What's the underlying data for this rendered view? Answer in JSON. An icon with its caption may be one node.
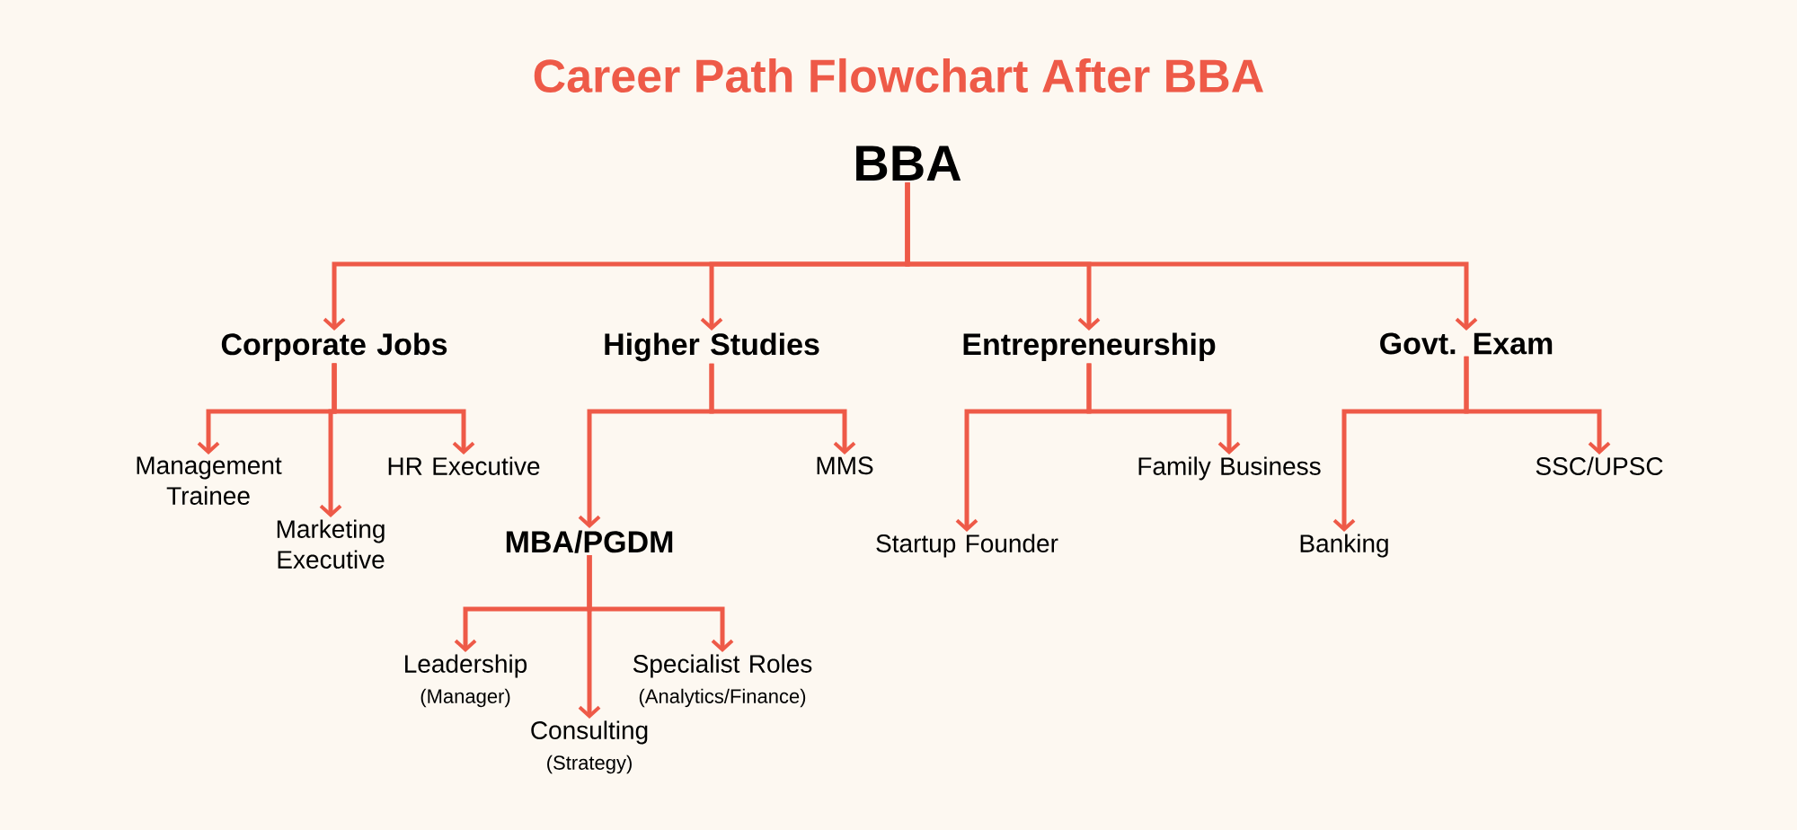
{
  "diagram": {
    "title": "Career Path Flowchart After BBA",
    "nodes": [
      {
        "text": [
          "BBA"
        ]
      },
      {
        "text": [
          "Corporate Jobs"
        ]
      },
      {
        "text": [
          "Higher Studies"
        ]
      },
      {
        "text": [
          "Entrepreneurship"
        ]
      },
      {
        "text": [
          "Govt. Exam"
        ]
      },
      {
        "text": [
          "Management Trainee"
        ]
      },
      {
        "text": [
          "Marketing Executive"
        ]
      },
      {
        "text": [
          "HR Executive"
        ]
      },
      {
        "text": [
          "MBA/PGDM"
        ]
      },
      {
        "text": [
          "MMS"
        ]
      },
      {
        "text": [
          "Leadership",
          "(Manager)"
        ]
      },
      {
        "text": [
          "Consulting",
          "(Strategy)"
        ]
      },
      {
        "text": [
          "Specialist Roles",
          "(Analytics/Finance)"
        ]
      },
      {
        "text": [
          "Startup Founder"
        ]
      },
      {
        "text": [
          "Family Business"
        ]
      },
      {
        "text": [
          "Banking"
        ]
      },
      {
        "text": [
          "SSC/UPSC"
        ]
      }
    ],
    "edges": [
      {
        "from": 0,
        "to": 1,
        "arrow": "to"
      },
      {
        "from": 0,
        "to": 2,
        "arrow": "to"
      },
      {
        "from": 0,
        "to": 3,
        "arrow": "to"
      },
      {
        "from": 0,
        "to": 4,
        "arrow": "to"
      },
      {
        "from": 1,
        "to": 5,
        "arrow": "to"
      },
      {
        "from": 1,
        "to": 6,
        "arrow": "to"
      },
      {
        "from": 1,
        "to": 7,
        "arrow": "to"
      },
      {
        "from": 2,
        "to": 8,
        "arrow": "to"
      },
      {
        "from": 2,
        "to": 9,
        "arrow": "to"
      },
      {
        "from": 8,
        "to": 10,
        "arrow": "to"
      },
      {
        "from": 8,
        "to": 11,
        "arrow": "to"
      },
      {
        "from": 8,
        "to": 12,
        "arrow": "to"
      },
      {
        "from": 3,
        "to": 13,
        "arrow": "to"
      },
      {
        "from": 3,
        "to": 14,
        "arrow": "to"
      },
      {
        "from": 4,
        "to": 15,
        "arrow": "to"
      },
      {
        "from": 4,
        "to": 16,
        "arrow": "to"
      }
    ]
  }
}
